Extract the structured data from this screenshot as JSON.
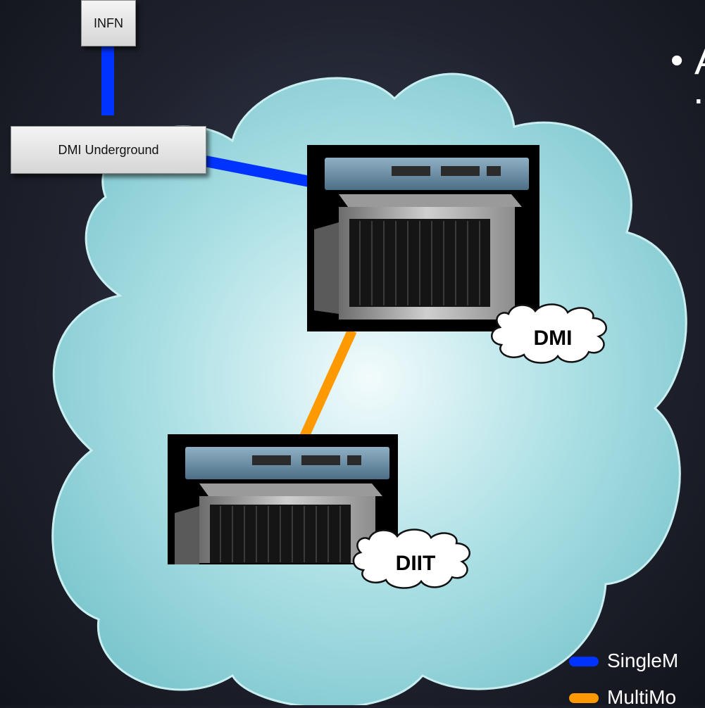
{
  "nodes": {
    "infn": "INFN",
    "dmi_underground": "DMI Underground"
  },
  "sites": {
    "dmi": "DMI",
    "diit": "DIIT"
  },
  "slide_text": {
    "bullet_1": "A",
    "bullet_2": "."
  },
  "legend": {
    "single_mode": {
      "label": "SingleM",
      "color": "#0033ff"
    },
    "multi_mode": {
      "label": "MultiMo",
      "color": "#ff9900"
    }
  },
  "colors": {
    "cloud": "#8fd3da",
    "cloud_edge": "#b9e6ea",
    "singlemode_link": "#0033ff",
    "multimode_link": "#ff9900"
  }
}
